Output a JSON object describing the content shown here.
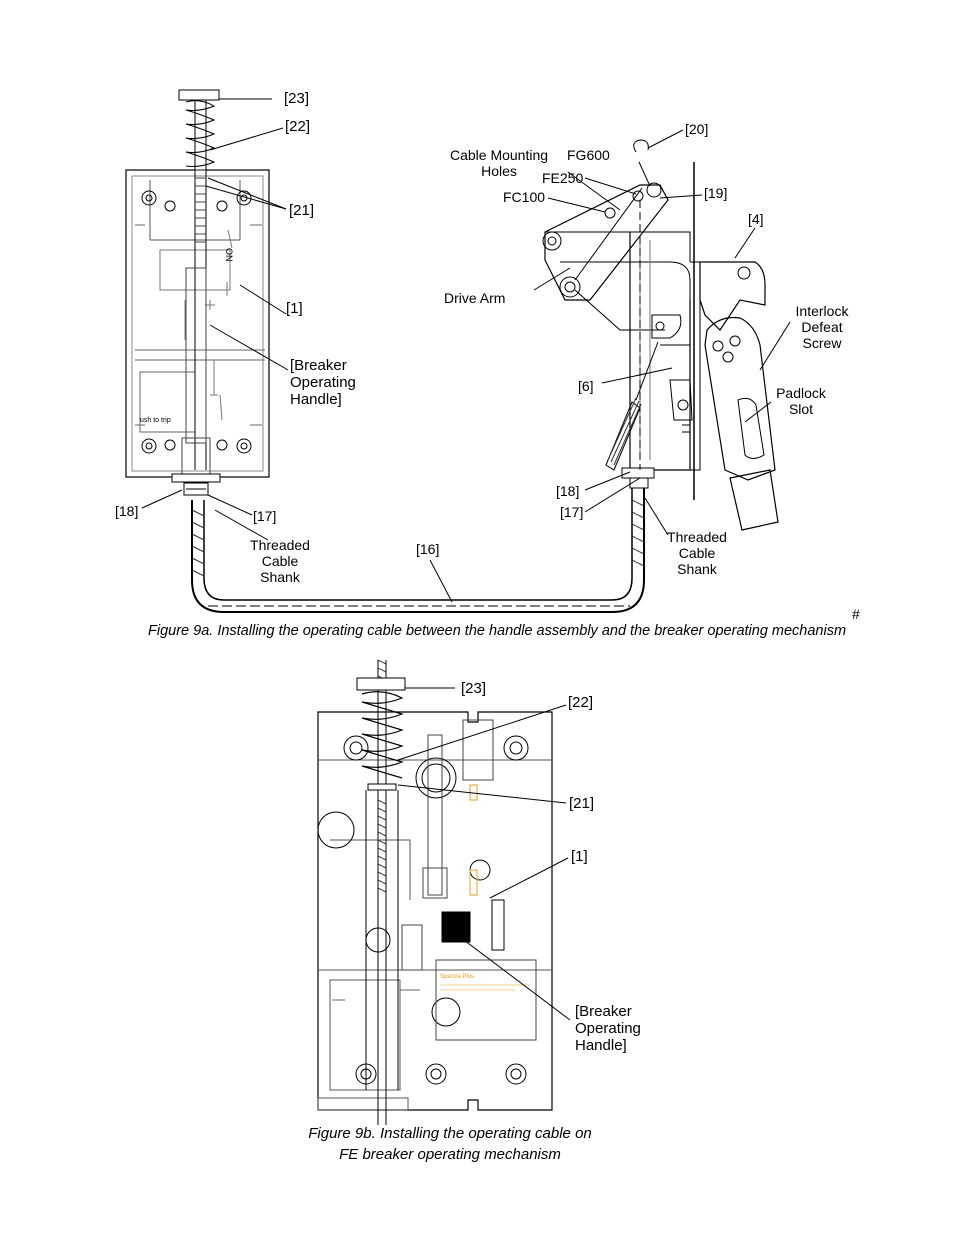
{
  "figure_a": {
    "caption": "Figure 9a. Installing the operating cable between the handle assembly and the breaker operating mechanism",
    "hash_mark": "#",
    "left_callouts": {
      "c23": "[23]",
      "c22": "[22]",
      "c21": "[21]",
      "c1": "[1]",
      "breaker_handle": [
        "[Breaker",
        "Operating",
        "Handle]"
      ],
      "c18": "[18]",
      "c17": "[17]",
      "threaded_shank": [
        "Threaded",
        "Cable",
        "Shank"
      ],
      "push_to_trip": "ush to trip"
    },
    "cable_callout": "[16]",
    "right_callouts": {
      "c20": "[20]",
      "cable_mounting_holes": [
        "Cable Mounting",
        "Holes"
      ],
      "fg600": "FG600",
      "fe250": "FE250",
      "fc100": "FC100",
      "c19": "[19]",
      "c4": "[4]",
      "drive_arm": "Drive Arm",
      "interlock": [
        "Interlock",
        "Defeat",
        "Screw"
      ],
      "c6": "[6]",
      "padlock": [
        "Padlock",
        "Slot"
      ],
      "c18": "[18]",
      "c17": "[17]",
      "threaded_shank": [
        "Threaded",
        "Cable",
        "Shank"
      ]
    }
  },
  "figure_b": {
    "caption": [
      "Figure 9b. Installing the operating cable on",
      "FE breaker operating mechanism"
    ],
    "callouts": {
      "c23": "[23]",
      "c22": "[22]",
      "c21": "[21]",
      "c1": "[1]",
      "breaker_handle": [
        "[Breaker",
        "Operating",
        "Handle]"
      ]
    },
    "label_text": "Spectra Plus",
    "colors": {
      "line": "#000000",
      "accent": "#e8a020"
    }
  }
}
